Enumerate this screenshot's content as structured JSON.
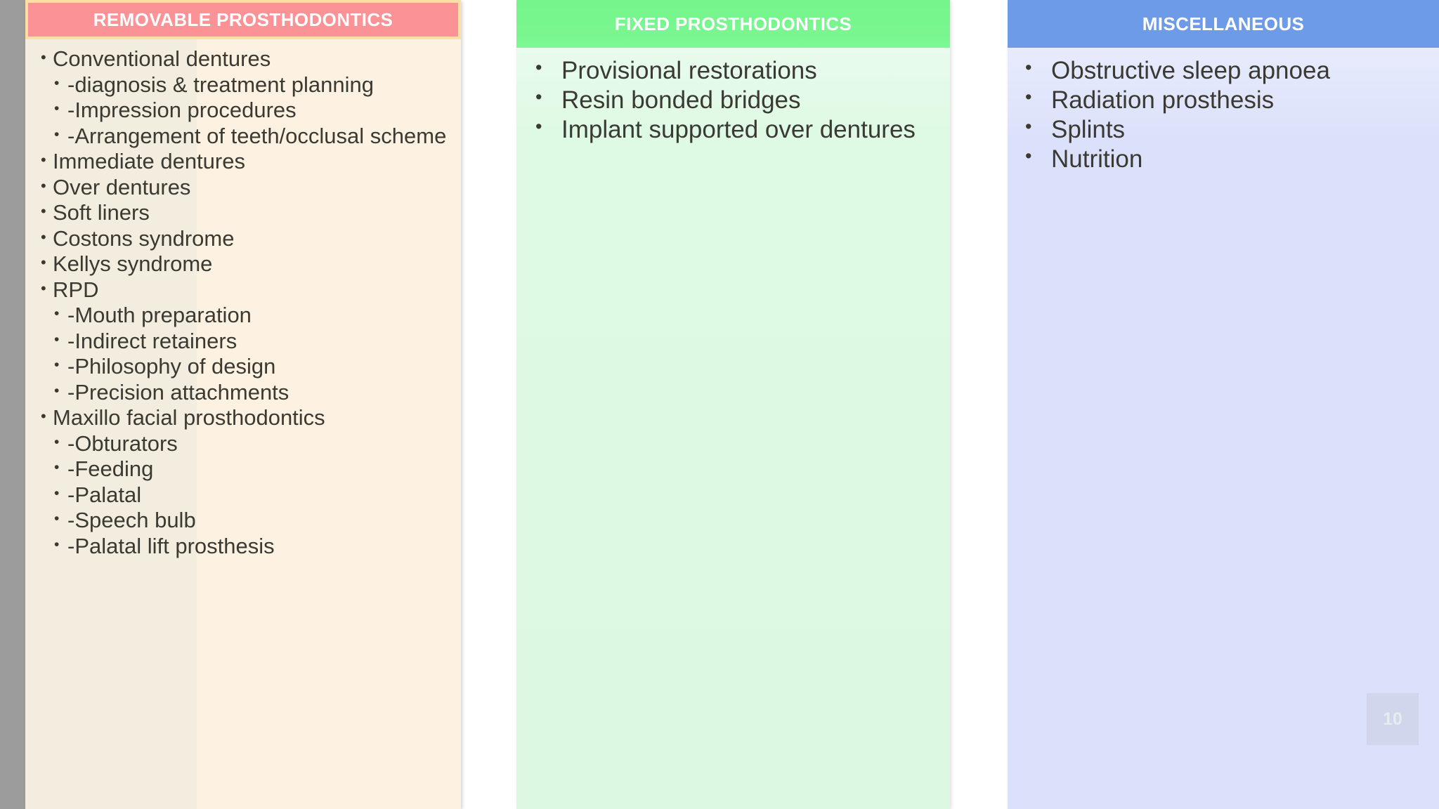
{
  "slide": {
    "page_number": "10",
    "background_color": "#ffffff",
    "gutter_color": "#9c9c9c"
  },
  "columns": [
    {
      "id": "removable",
      "title": "REMOVABLE PROSTHODONTICS",
      "header_color": "#FB9295",
      "header_border_color": "#FCE0A3",
      "body_color": "#FDF2E1",
      "items": [
        {
          "level": 1,
          "bullet": "•",
          "text": "Conventional dentures"
        },
        {
          "level": 2,
          "bullet": "•",
          "text": "-diagnosis & treatment planning"
        },
        {
          "level": 2,
          "bullet": "•",
          "text": "-Impression procedures"
        },
        {
          "level": 2,
          "bullet": "•",
          "text": "-Arrangement of teeth/occlusal scheme"
        },
        {
          "level": 1,
          "bullet": "•",
          "text": "Immediate dentures"
        },
        {
          "level": 1,
          "bullet": "•",
          "text": "Over dentures"
        },
        {
          "level": 1,
          "bullet": "•",
          "text": "Soft liners"
        },
        {
          "level": 1,
          "bullet": "•",
          "text": "Costons syndrome"
        },
        {
          "level": 1,
          "bullet": "•",
          "text": "Kellys syndrome"
        },
        {
          "level": 1,
          "bullet": "•",
          "text": "RPD"
        },
        {
          "level": 2,
          "bullet": "•",
          "text": "-Mouth preparation"
        },
        {
          "level": 2,
          "bullet": "•",
          "text": "-Indirect retainers"
        },
        {
          "level": 2,
          "bullet": "•",
          "text": "-Philosophy of design"
        },
        {
          "level": 2,
          "bullet": "•",
          "text": "-Precision attachments"
        },
        {
          "level": 1,
          "bullet": "•",
          "text": "Maxillo facial prosthodontics"
        },
        {
          "level": 2,
          "bullet": "•",
          "text": "-Obturators"
        },
        {
          "level": 2,
          "bullet": "•",
          "text": "-Feeding"
        },
        {
          "level": 2,
          "bullet": "•",
          "text": "-Palatal"
        },
        {
          "level": 2,
          "bullet": "•",
          "text": "-Speech bulb"
        },
        {
          "level": 2,
          "bullet": "•",
          "text": "-Palatal lift prosthesis"
        }
      ]
    },
    {
      "id": "fixed",
      "title": "FIXED PROSTHODONTICS",
      "header_color": "#75F58C",
      "body_color": "#DEFAE4",
      "items": [
        {
          "level": 1,
          "bullet": "•",
          "text": "Provisional restorations"
        },
        {
          "level": 1,
          "bullet": "•",
          "text": "Resin bonded bridges"
        },
        {
          "level": 1,
          "bullet": "•",
          "text": "Implant supported over dentures"
        }
      ]
    },
    {
      "id": "misc",
      "title": "MISCELLANEOUS",
      "header_color": "#6E9BE8",
      "body_color": "#DCE1FB",
      "items": [
        {
          "level": 1,
          "bullet": "•",
          "text": "Obstructive sleep apnoea"
        },
        {
          "level": 1,
          "bullet": "•",
          "text": "Radiation prosthesis"
        },
        {
          "level": 1,
          "bullet": "•",
          "text": "Splints"
        },
        {
          "level": 1,
          "bullet": "•",
          "text": "Nutrition"
        }
      ]
    }
  ]
}
